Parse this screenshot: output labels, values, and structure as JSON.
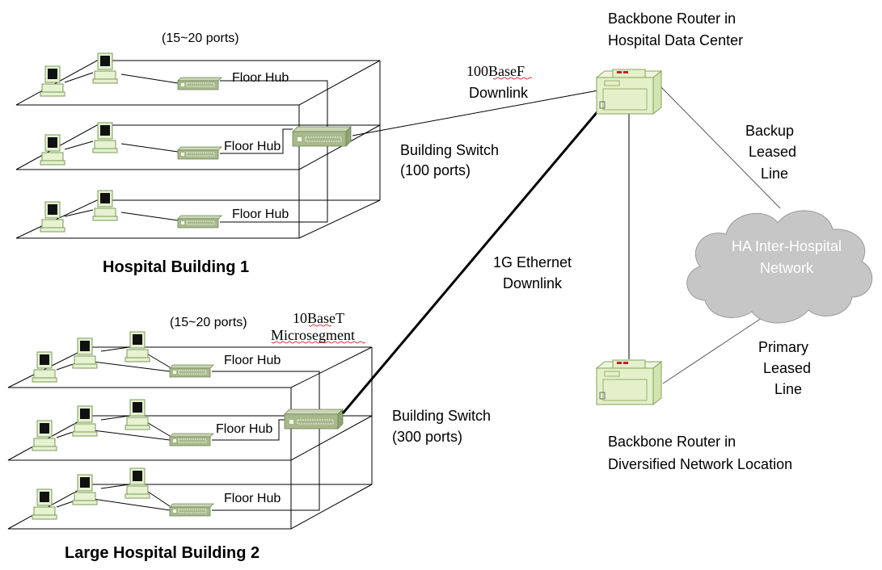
{
  "building1": {
    "title": "Hospital Building 1",
    "ports_note": "(15~20 ports)",
    "floor_hub_label": "Floor Hub",
    "switch_label_line1": "Building Switch",
    "switch_label_line2": "(100 ports)"
  },
  "building2": {
    "title": "Large Hospital Building 2",
    "ports_note": "(15~20 ports)",
    "floor_hub_label": "Floor Hub",
    "switch_label_line1": "Building Switch",
    "switch_label_line2": "(300 ports)",
    "microsegment_line1": "10BaseT",
    "microsegment_line2": "Microsegment"
  },
  "links": {
    "downlink_100_line1": "100BaseF",
    "downlink_100_line2": "Downlink",
    "downlink_1g_line1": "1G Ethernet",
    "downlink_1g_line2": "Downlink",
    "backup_line1": "Backup",
    "backup_line2": "Leased",
    "backup_line3": "Line",
    "primary_line1": "Primary",
    "primary_line2": "Leased",
    "primary_line3": "Line"
  },
  "routers": {
    "datacenter_line1": "Backbone Router in",
    "datacenter_line2": "Hospital Data Center",
    "diversified_line1": "Backbone Router in",
    "diversified_line2": "Diversified Network Location"
  },
  "cloud": {
    "line1": "HA Inter-Hospital",
    "line2": "Network"
  },
  "colors": {
    "device_fill": "#e3f0c9",
    "device_stroke": "#8aa060",
    "hub_fill": "#a8ba8c",
    "cloud_fill": "#c6c6c6",
    "router_accent": "#c02030"
  }
}
